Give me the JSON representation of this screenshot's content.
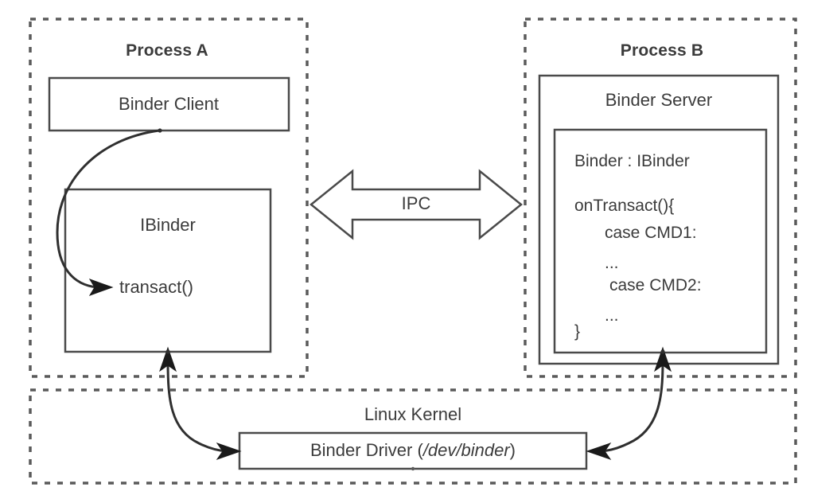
{
  "diagram": {
    "title_process_a": "Process A",
    "title_process_b": "Process B",
    "kernel_label": "Linux Kernel",
    "ipc_label": "IPC",
    "binder_client": "Binder Client",
    "ibinder_title": "IBinder",
    "ibinder_method": "transact()",
    "binder_server": "Binder Server",
    "code_block": {
      "line1": "Binder : IBinder",
      "line2": "onTransact(){",
      "line3": "case CMD1:",
      "line4": "...",
      "line5": "case CMD2:",
      "line6": "...",
      "line7": "}"
    },
    "binder_driver_name": "Binder Driver (",
    "binder_driver_path": "/dev/binder",
    "binder_driver_close": ")"
  },
  "colors": {
    "text": "#3b3b3b",
    "stroke": "#4a4a4a",
    "dashed": "#5a5a5a",
    "background": "#ffffff"
  }
}
